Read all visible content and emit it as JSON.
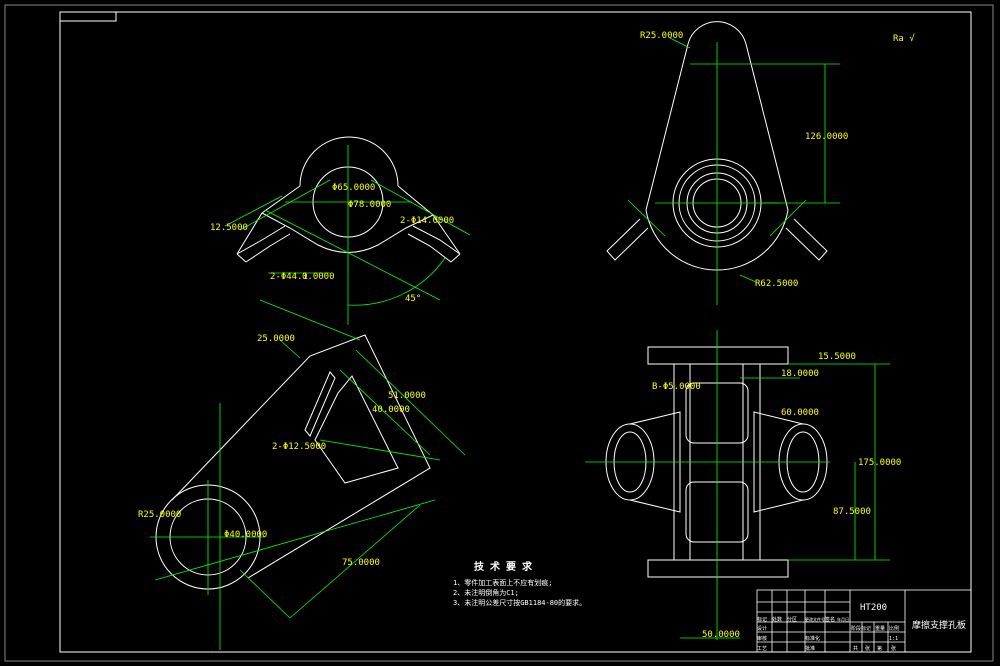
{
  "sheet": {
    "material": "HT200",
    "part_title": "摩擦支撑孔板",
    "roughness": "Ra √"
  },
  "tech_requirements": {
    "title": "技 术 要 求",
    "items": [
      "1、零件加工表面上不应有划痕;",
      "2、未注明倒角为C1;",
      "3、未注明公差尺寸按GB1184-80的要求。"
    ]
  },
  "dims": {
    "top_left_r": "R25.0000",
    "top_left_big_d": "Φ78.0000",
    "top_left_d": "Φ65.0000",
    "top_left_holes": "2-Φ14.0000",
    "top_left_width": "12.5000",
    "top_left_hole2": "2-Φ44.1",
    "top_left_hole2b": "0.0000",
    "top_left_angle": "45°",
    "top_right_r": "R25.0000",
    "top_right_h": "126.0000",
    "top_right_r2": "R62.5000",
    "bl_25": "25.0000",
    "bl_51": "51.0000",
    "bl_40": "40.0000",
    "bl_holes": "2-Φ12.5000",
    "bl_r": "R25.0000",
    "bl_d": "Φ40.0000",
    "bl_75": "75.0000",
    "br_155": "15.5000",
    "br_section": "B-Φ5.0000",
    "br_18": "18.0000",
    "br_60": "60.0000",
    "br_175": "175.0000",
    "br_875": "87.5000",
    "br_50": "50.0000"
  },
  "title_block": {
    "labels": [
      "标记",
      "处数",
      "分区",
      "更改文件号",
      "签名",
      "年月日"
    ],
    "labels2": [
      "设计",
      "审核",
      "工艺",
      "标准化",
      "批准"
    ],
    "stage_labels": [
      "阶段标记",
      "重量",
      "比例"
    ],
    "scale": "1:1",
    "sheet_info": [
      "共",
      "张",
      "第",
      "张"
    ]
  }
}
